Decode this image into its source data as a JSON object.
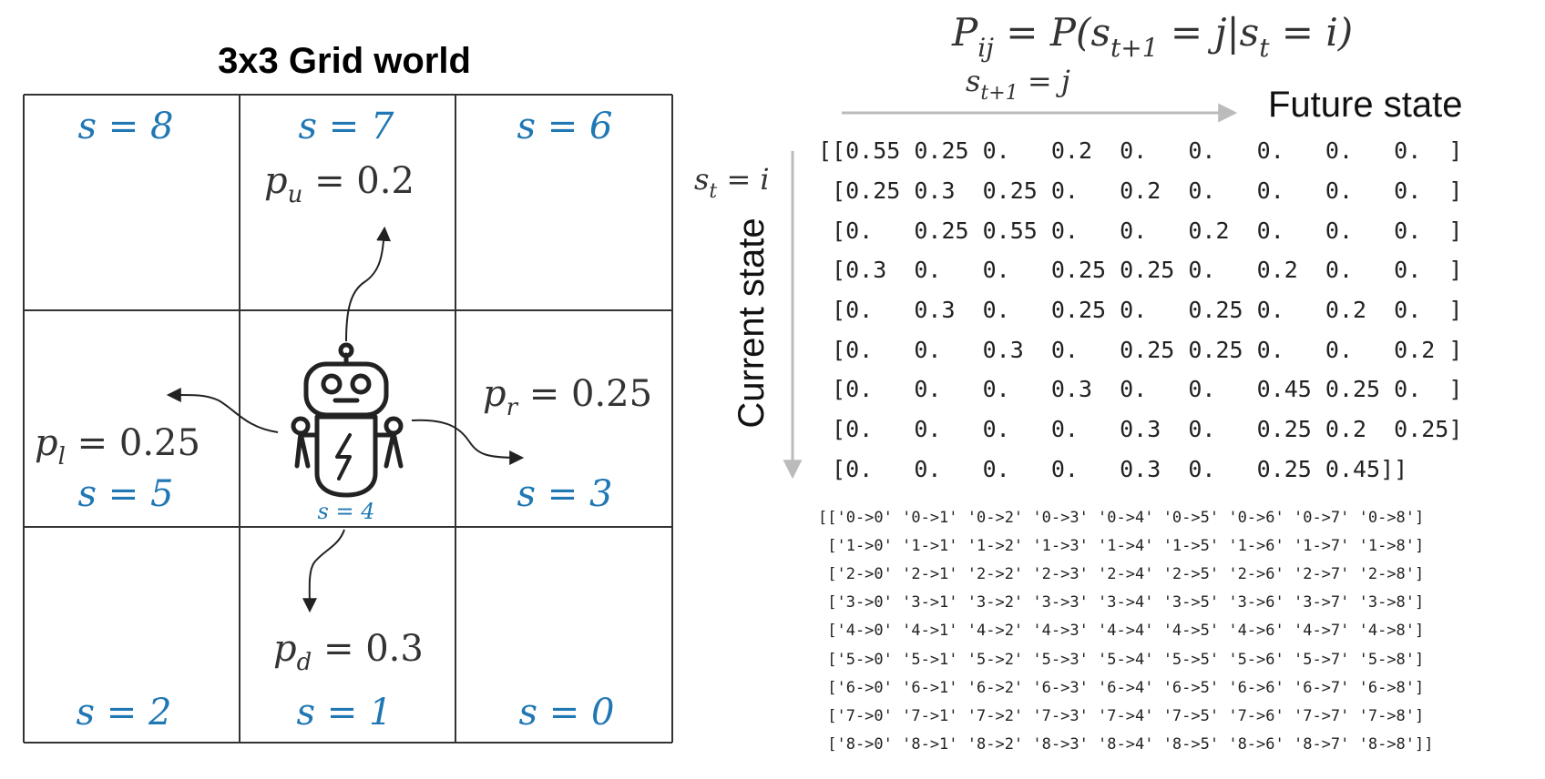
{
  "grid": {
    "title": "3x3 Grid world",
    "states": {
      "s8": "s = 8",
      "s7": "s = 7",
      "s6": "s = 6",
      "s5": "s = 5",
      "s4": "s = 4",
      "s3": "s = 3",
      "s2": "s = 2",
      "s1": "s = 1",
      "s0": "s = 0"
    },
    "probs": {
      "up": {
        "sym": "p",
        "sub": "u",
        "eq": " = 0.2"
      },
      "left": {
        "sym": "p",
        "sub": "l",
        "eq": " = 0.25"
      },
      "right": {
        "sym": "p",
        "sub": "r",
        "eq": " = 0.25"
      },
      "down": {
        "sym": "p",
        "sub": "d",
        "eq": " = 0.3"
      }
    },
    "state_color": "#1f77b4",
    "line_color": "#333333",
    "icon": "robot-icon"
  },
  "formula": {
    "lhs_sym": "P",
    "lhs_sub": "ij",
    "rhs_prefix": " = P(",
    "rhs_s1": "s",
    "rhs_s1_sub": "t+1",
    "rhs_mid": " = j|",
    "rhs_s2": "s",
    "rhs_s2_sub": "t",
    "rhs_suffix": " = i)"
  },
  "axes": {
    "future_label": "Future state",
    "future_var": "s",
    "future_var_sub": "t+1",
    "future_var_eq": " = j",
    "current_label": "Current state",
    "current_var": "s",
    "current_var_sub": "t",
    "current_var_eq": " = i",
    "arrow_color": "#bbbbbb"
  },
  "matrix_text": [
    "[[0.55 0.25 0.   0.2  0.   0.   0.   0.   0.  ]",
    " [0.25 0.3  0.25 0.   0.2  0.   0.   0.   0.  ]",
    " [0.   0.25 0.55 0.   0.   0.2  0.   0.   0.  ]",
    " [0.3  0.   0.   0.25 0.25 0.   0.2  0.   0.  ]",
    " [0.   0.3  0.   0.25 0.   0.25 0.   0.2  0.  ]",
    " [0.   0.   0.3  0.   0.25 0.25 0.   0.   0.2 ]",
    " [0.   0.   0.   0.3  0.   0.   0.45 0.25 0.  ]",
    " [0.   0.   0.   0.   0.3  0.   0.25 0.2  0.25]",
    " [0.   0.   0.   0.   0.3  0.   0.25 0.45]]"
  ],
  "transitions_text": [
    "[['0->0' '0->1' '0->2' '0->3' '0->4' '0->5' '0->6' '0->7' '0->8']",
    " ['1->0' '1->1' '1->2' '1->3' '1->4' '1->5' '1->6' '1->7' '1->8']",
    " ['2->0' '2->1' '2->2' '2->3' '2->4' '2->5' '2->6' '2->7' '2->8']",
    " ['3->0' '3->1' '3->2' '3->3' '3->4' '3->5' '3->6' '3->7' '3->8']",
    " ['4->0' '4->1' '4->2' '4->3' '4->4' '4->5' '4->6' '4->7' '4->8']",
    " ['5->0' '5->1' '5->2' '5->3' '5->4' '5->5' '5->6' '5->7' '5->8']",
    " ['6->0' '6->1' '6->2' '6->3' '6->4' '6->5' '6->6' '6->7' '6->8']",
    " ['7->0' '7->1' '7->2' '7->3' '7->4' '7->5' '7->6' '7->7' '7->8']",
    " ['8->0' '8->1' '8->2' '8->3' '8->4' '8->5' '8->6' '8->7' '8->8']]"
  ]
}
